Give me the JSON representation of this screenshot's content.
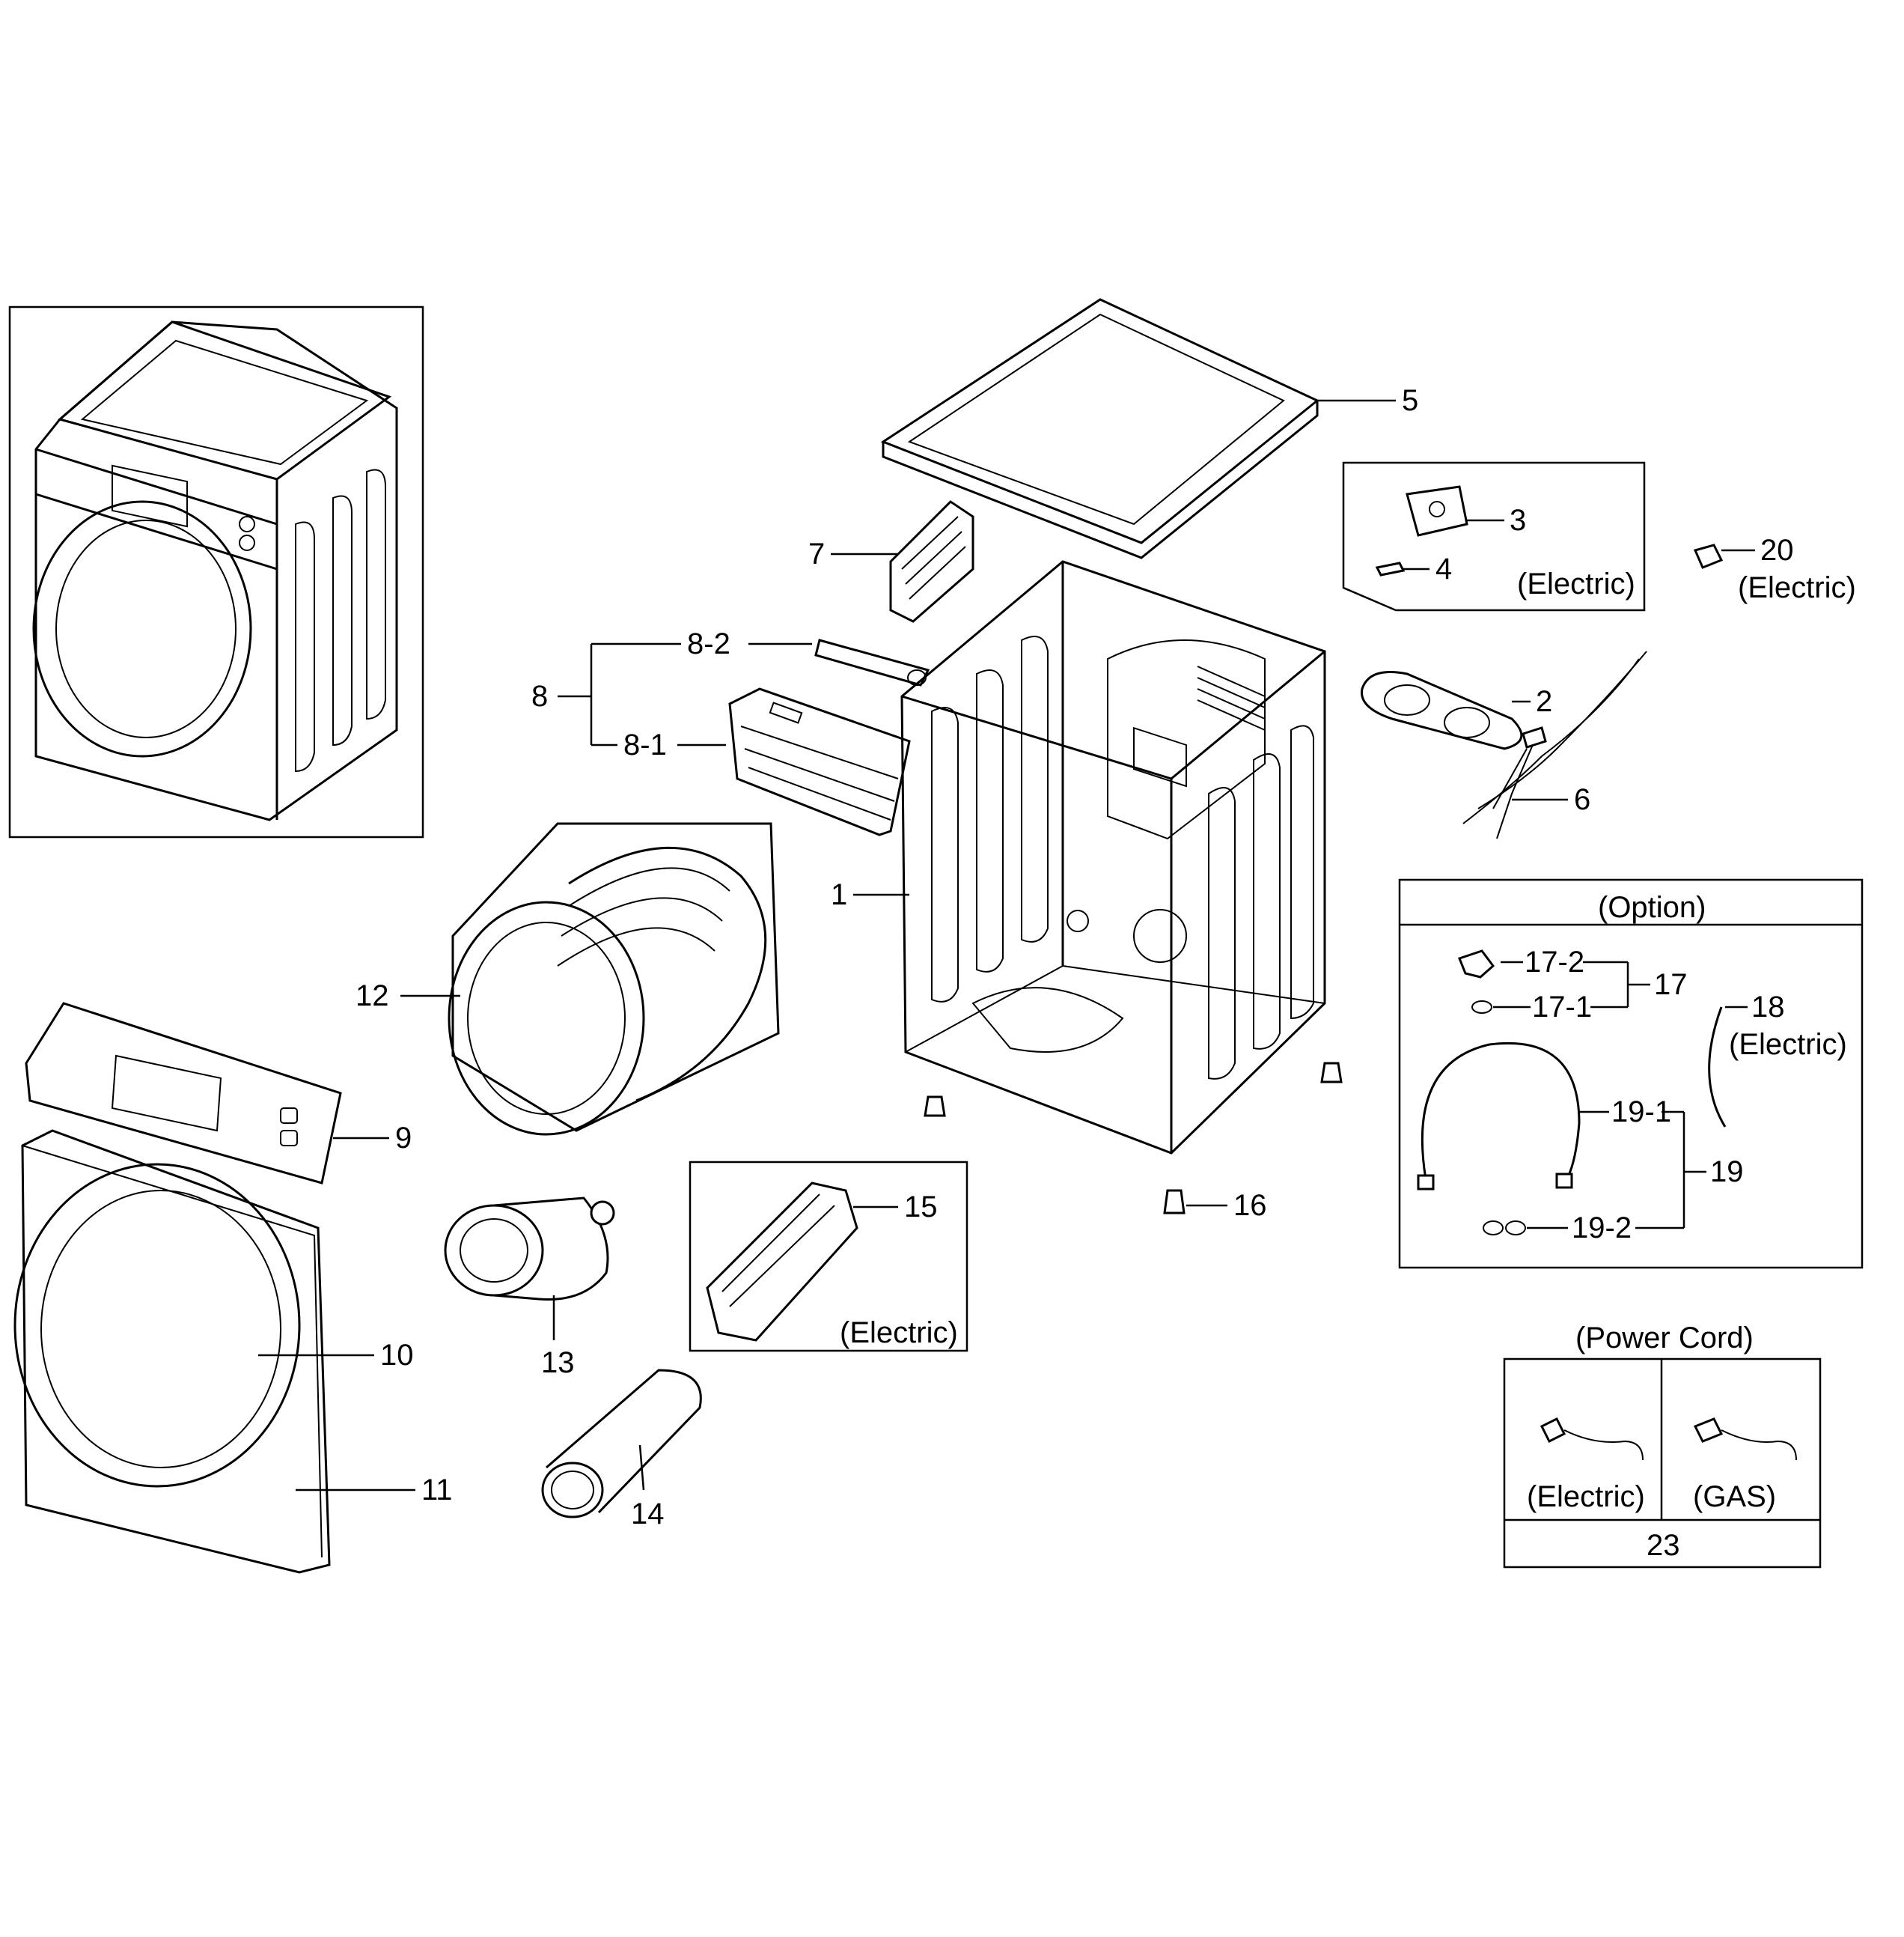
{
  "callouts": {
    "c1": "1",
    "c2": "2",
    "c3": "3",
    "c4": "4",
    "c5": "5",
    "c6": "6",
    "c7": "7",
    "c8": "8",
    "c8_1": "8-1",
    "c8_2": "8-2",
    "c9": "9",
    "c10": "10",
    "c11": "11",
    "c12": "12",
    "c13": "13",
    "c14": "14",
    "c15": "15",
    "c16": "16",
    "c17": "17",
    "c17_1": "17-1",
    "c17_2": "17-2",
    "c18": "18",
    "c19": "19",
    "c19_1": "19-1",
    "c19_2": "19-2",
    "c20": "20",
    "c23": "23"
  },
  "notes": {
    "electric_box_3_4": "(Electric)",
    "electric_20": "(Electric)",
    "electric_15": "(Electric)",
    "electric_18": "(Electric)",
    "option_title": "(Option)",
    "power_cord_title": "(Power Cord)",
    "power_cord_electric": "(Electric)",
    "power_cord_gas": "(GAS)"
  }
}
